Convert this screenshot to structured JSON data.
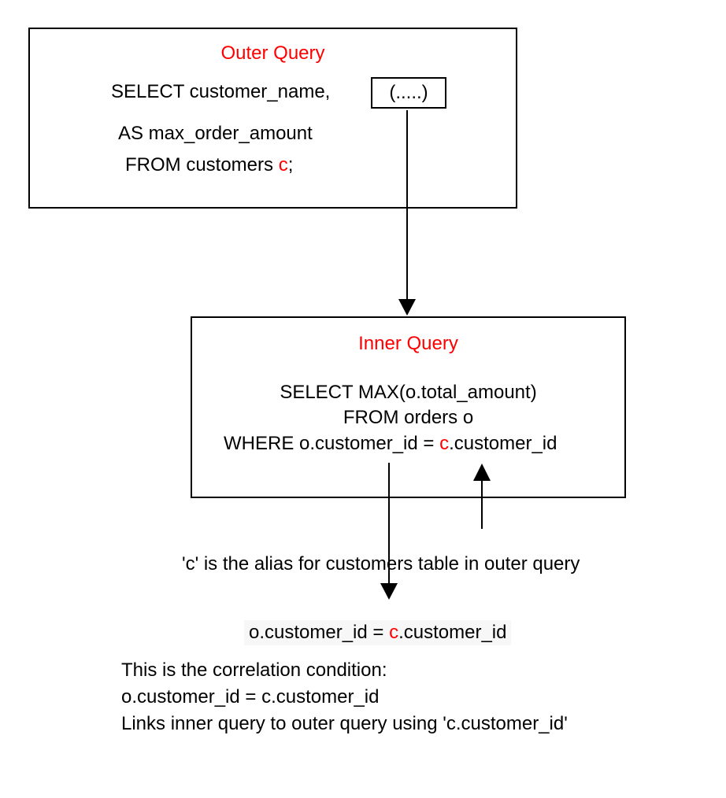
{
  "outer_query": {
    "title": "Outer Query",
    "select_line": "SELECT customer_name,",
    "subquery_placeholder": "(.....)",
    "as_line": "AS max_order_amount",
    "from_prefix": "FROM customers ",
    "alias": "c",
    "from_suffix": ";"
  },
  "inner_query": {
    "title": "Inner Query",
    "select_line": "SELECT MAX(o.total_amount)",
    "from_line": "FROM orders o",
    "where_prefix": "WHERE o.customer_id = ",
    "alias": "c",
    "where_suffix": ".customer_id"
  },
  "alias_note": "'c' is the alias for customers table in outer query",
  "condition": {
    "prefix": "o.customer_id = ",
    "alias": "c",
    "suffix": ".customer_id"
  },
  "explanation": {
    "line1": "This is the correlation condition:",
    "line2": "o.customer_id = c.customer_id",
    "line3": "Links inner query to outer query using 'c.customer_id'"
  },
  "colors": {
    "title": "#ff0000",
    "alias_highlight": "#ff0000",
    "stroke": "#000000",
    "condition_bg": "#f7f7f7"
  }
}
